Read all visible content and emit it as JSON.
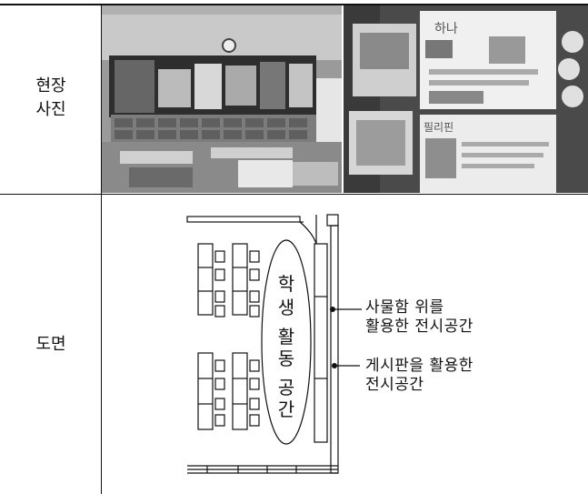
{
  "rows": [
    {
      "label_lines": [
        "현장",
        "사진"
      ]
    },
    {
      "label_lines": [
        "도면"
      ]
    }
  ],
  "plan": {
    "activity_space_chars": [
      "학",
      "생",
      "활",
      "동",
      "공",
      "간"
    ],
    "callout_locker": [
      "사물함 위를",
      "활용한 전시공간"
    ],
    "callout_board": [
      "게시판을 활용한",
      "전시공간"
    ]
  },
  "photo_text": {
    "poster_title": "하나",
    "poster2_title": "필리핀"
  }
}
